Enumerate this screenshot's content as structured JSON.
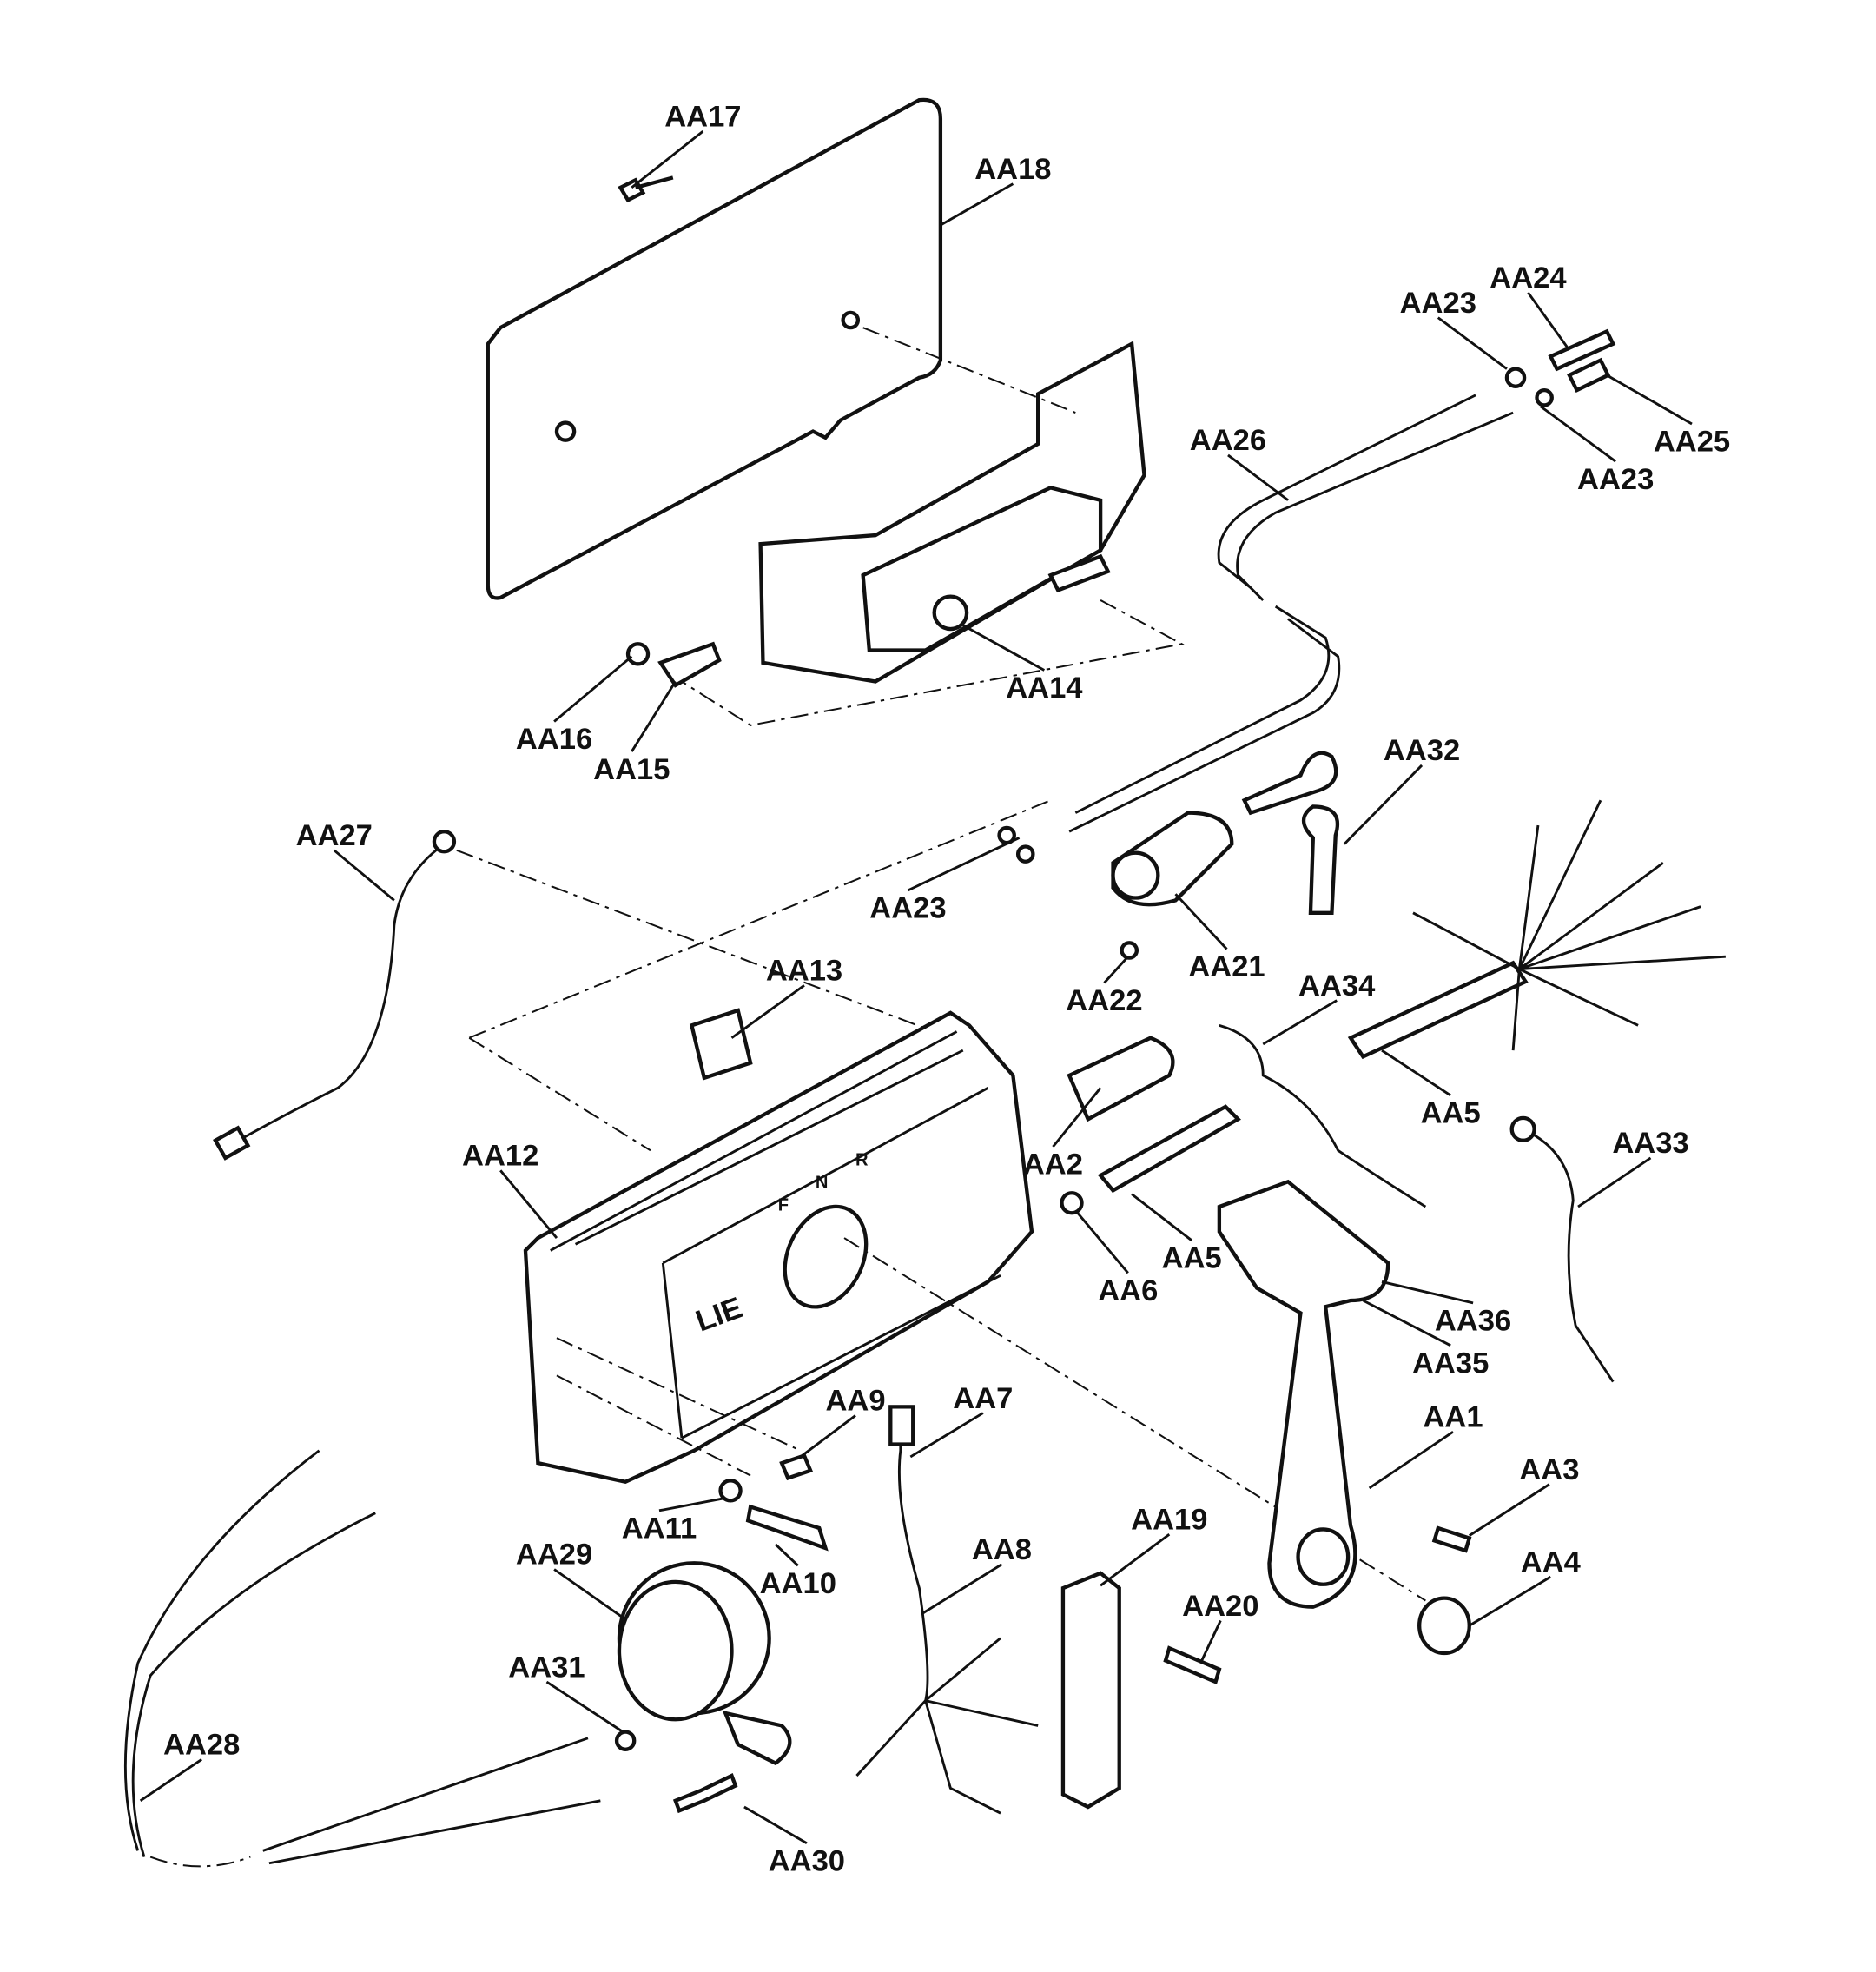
{
  "diagram": {
    "type": "exploded parts diagram",
    "line_color": "#111111",
    "background": "#ffffff",
    "panel_marking": "LIE",
    "shift_markings": [
      "F",
      "N",
      "R"
    ],
    "labels": [
      "AA17",
      "AA18",
      "AA24",
      "AA23",
      "AA25",
      "AA23",
      "AA26",
      "AA14",
      "AA16",
      "AA15",
      "AA27",
      "AA32",
      "AA23",
      "AA21",
      "AA22",
      "AA13",
      "AA34",
      "AA5",
      "AA12",
      "AA2",
      "AA33",
      "AA5",
      "AA6",
      "AA36",
      "AA35",
      "AA9",
      "AA7",
      "AA1",
      "AA3",
      "AA11",
      "AA19",
      "AA29",
      "AA10",
      "AA8",
      "AA4",
      "AA20",
      "AA31",
      "AA28",
      "AA30"
    ]
  }
}
